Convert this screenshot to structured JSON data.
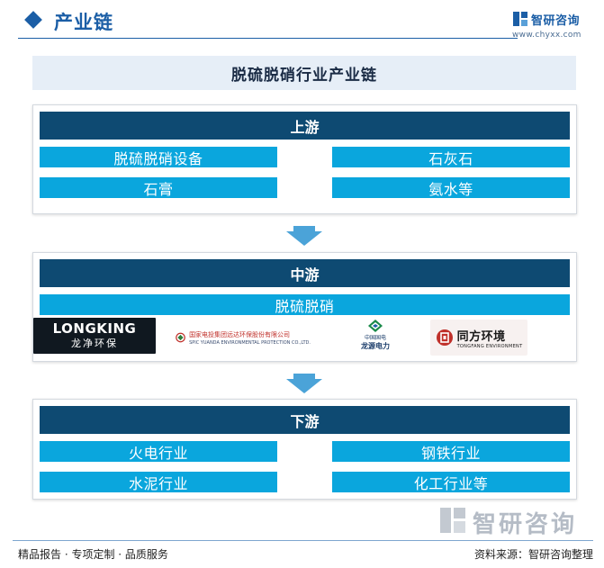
{
  "header": {
    "title": "产业链",
    "brand_name": "智研咨询",
    "brand_url": "www.chyxx.com"
  },
  "banner": {
    "title": "脱硫脱硝行业产业链"
  },
  "upstream": {
    "label": "上游",
    "items": [
      "脱硫脱硝设备",
      "石灰石",
      "石膏",
      "氨水等"
    ]
  },
  "midstream": {
    "label": "中游",
    "item": "脱硫脱硝",
    "companies": {
      "longking_top": "LONGKING",
      "longking_bottom": "龙净环保",
      "spic_cn": "国家电投集团远达环保股份有限公司",
      "spic_en": "SPIC YUANDA ENVIRONMENTAL PROTECTION CO.,LTD.",
      "longyuan_top": "中国国电",
      "longyuan_bottom": "龙源电力",
      "tongfang_cn": "同方环境",
      "tongfang_en": "TONGFANG ENVIRONMENT"
    }
  },
  "downstream": {
    "label": "下游",
    "items": [
      "火电行业",
      "钢铁行业",
      "水泥行业",
      "化工行业等"
    ]
  },
  "footer": {
    "left": "精品报告 · 专项定制 · 品质服务",
    "right": "资料来源：智研咨询整理",
    "watermark": "智研咨询"
  },
  "colors": {
    "stage_bar": "#0e4a72",
    "cell": "#0aa6dd",
    "brand": "#1b5ea6",
    "arrow": "#4ba3d8"
  }
}
